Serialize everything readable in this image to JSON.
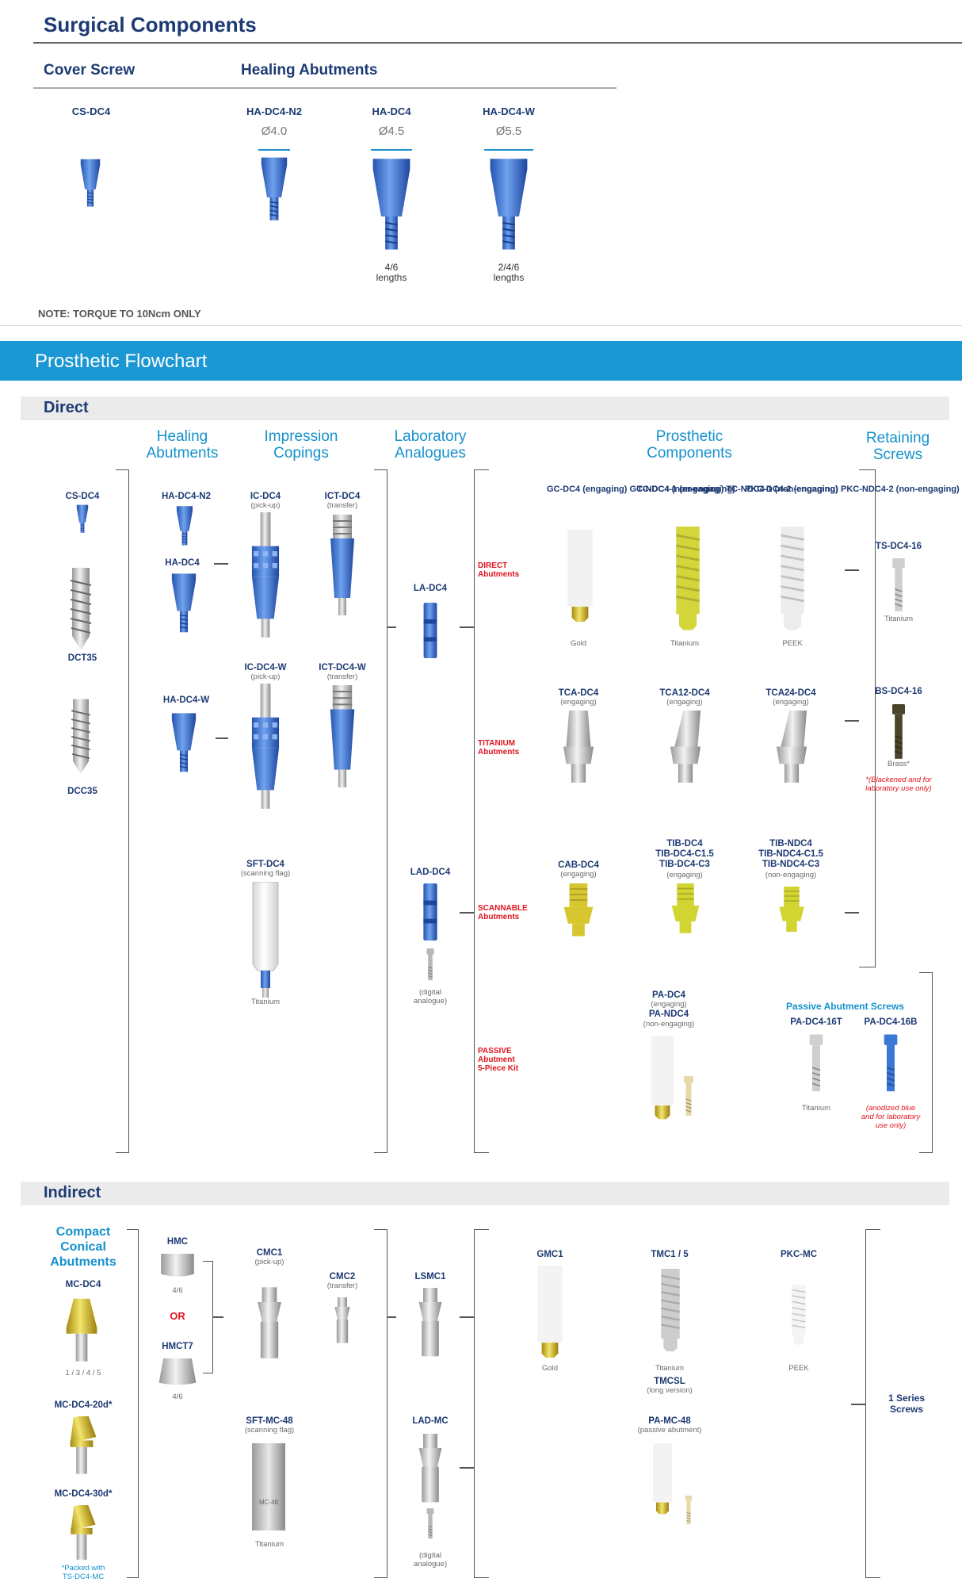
{
  "surgical": {
    "title": "Surgical Components",
    "cover_screw_heading": "Cover Screw",
    "healing_heading": "Healing Abutments",
    "cover_screw": "CS-DC4",
    "healing": [
      {
        "code": "HA-DC4-N2",
        "diameter": "Ø4.0",
        "lengths": ""
      },
      {
        "code": "HA-DC4",
        "diameter": "Ø4.5",
        "lengths": "4/6\nlengths"
      },
      {
        "code": "HA-DC4-W",
        "diameter": "Ø5.5",
        "lengths": "2/4/6\nlengths"
      }
    ],
    "note": "NOTE: TORQUE TO 10Ncm ONLY"
  },
  "flowchart": {
    "banner": "Prosthetic Flowchart",
    "direct": "Direct",
    "indirect": "Indirect",
    "columns": {
      "healing": "Healing\nAbutments",
      "impression": "Impression\nCopings",
      "lab": "Laboratory\nAnalogues",
      "prosthetic": "Prosthetic\nComponents",
      "retaining": "Retaining\nScrews"
    },
    "implants": [
      "CS-DC4",
      "DCT35",
      "DCC35"
    ],
    "direct_healing": [
      "HA-DC4-N2",
      "HA-DC4",
      "HA-DC4-W"
    ],
    "impression": {
      "ic_dc4": "IC-DC4",
      "ic_dc4_sub": "(pick-up)",
      "ict_dc4": "ICT-DC4",
      "ict_dc4_sub": "(transfer)",
      "ic_dc4w": "IC-DC4-W",
      "ic_dc4w_sub": "(pick-up)",
      "ict_dc4w": "ICT-DC4-W",
      "ict_dc4w_sub": "(transfer)",
      "sft": "SFT-DC4",
      "sft_sub": "(scanning flag)",
      "sft_mat": "Titanium"
    },
    "analogues": {
      "la": "LA-DC4",
      "lad": "LAD-DC4",
      "lad_sub": "(digital\nanalogue)"
    },
    "categories": {
      "direct": "DIRECT\nAbutments",
      "titanium": "TITANIUM\nAbutments",
      "scannable": "SCANNABLE\nAbutments",
      "passive": "PASSIVE\nAbutment\n5-Piece Kit"
    },
    "direct_row": [
      {
        "code": "GC-DC4\n(engaging)\nGC-NDC4\n(non-engaging)",
        "mat": "Gold"
      },
      {
        "code": "TC-DC4-1\n(engaging)\nTC-NDC4-1\n(non-engaging)",
        "mat": "Titanium"
      },
      {
        "code": "PKC-DC4-2\n(engaging)\nPKC-NDC4-2\n(non-engaging)",
        "mat": "PEEK"
      }
    ],
    "titanium_row": [
      {
        "code": "TCA-DC4",
        "sub": "(engaging)"
      },
      {
        "code": "TCA12-DC4",
        "sub": "(engaging)"
      },
      {
        "code": "TCA24-DC4",
        "sub": "(engaging)"
      }
    ],
    "scannable_row": [
      {
        "code": "CAB-DC4",
        "sub": "(engaging)"
      },
      {
        "code": "TIB-DC4\nTIB-DC4-C1.5\nTIB-DC4-C3",
        "sub": "(engaging)"
      },
      {
        "code": "TIB-NDC4\nTIB-NDC4-C1.5\nTIB-NDC4-C3",
        "sub": "(non-engaging)"
      }
    ],
    "passive": {
      "code": "PA-DC4",
      "sub1": "(engaging)",
      "code2": "PA-NDC4",
      "sub2": "(non-engaging)"
    },
    "screws": {
      "ts": "TS-DC4-16",
      "ts_mat": "Titanium",
      "bs": "BS-DC4-16",
      "bs_mat": "Brass*",
      "bs_note": "*(Blackened and for\nlaboratory use only)"
    },
    "passive_screws": {
      "title": "Passive Abutment Screws",
      "t": "PA-DC4-16T",
      "t_mat": "Titanium",
      "b": "PA-DC4-16B",
      "b_note": "(anodized blue\nand for laboratory\nuse only)"
    },
    "indirect_data": {
      "compact": "Compact\nConical\nAbutments",
      "mc": "MC-DC4",
      "mc_len": "1 / 3 / 4 / 5",
      "mc20": "MC-DC4-20d*",
      "mc30": "MC-DC4-30d*",
      "packed": "*Packed with\nTS-DC4-MC",
      "hmc": "HMC",
      "hmc_len": "4/6",
      "or": "OR",
      "hmct7": "HMCT7",
      "hmct7_len": "4/6",
      "cmc1": "CMC1",
      "cmc1_sub": "(pick-up)",
      "cmc2": "CMC2",
      "cmc2_sub": "(transfer)",
      "sftmc": "SFT-MC-48",
      "sftmc_sub": "(scanning flag)",
      "sftmc_mat": "Titanium",
      "sftmc_engrave": "MC-48",
      "lsmc1": "LSMC1",
      "ladmc": "LAD-MC",
      "ladmc_sub": "(digital\nanalogue)",
      "gmc1": "GMC1",
      "gmc1_mat": "Gold",
      "tmc": "TMC1 / 5",
      "tmc_mat": "Titanium",
      "tmcsl": "TMCSL",
      "tmcsl_sub": "(long version)",
      "pkc": "PKC-MC",
      "pkc_mat": "PEEK",
      "pamc": "PA-MC-48",
      "pamc_sub": "(passive abutment)",
      "series": "1 Series\nScrews"
    }
  },
  "colors": {
    "navy": "#1d3a73",
    "cyan": "#1591cc",
    "red": "#e0141e",
    "blue_part": "#3b78d6",
    "gold": "#d9c234",
    "ti": "#c8c8c8"
  }
}
